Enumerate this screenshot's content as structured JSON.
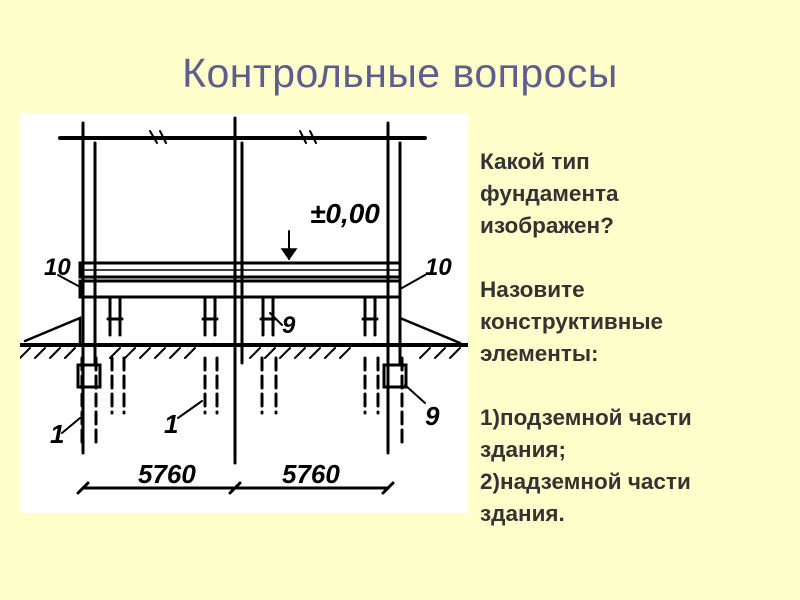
{
  "slide": {
    "title": "Контрольные вопросы"
  },
  "questions": {
    "q1_lines": [
      "Какой тип",
      "фундамента",
      "изображен?"
    ],
    "q2_lines": [
      "Назовите",
      "конструктивные",
      "элементы:"
    ],
    "items": [
      [
        "1)подземной части",
        "здания;"
      ],
      [
        "2)надземной части",
        "здания."
      ]
    ]
  },
  "drawing": {
    "level_label": "±0,00",
    "dim_left": "5760",
    "dim_right": "5760",
    "callout_10_left": "10",
    "callout_10_right": "10",
    "callout_9_mid": "9",
    "callout_9_right": "9",
    "callout_1_left": "1",
    "callout_1_mid": "1"
  },
  "colors": {
    "background": "#FFFFCC",
    "title": "#5E5E8E",
    "text": "#333333"
  }
}
